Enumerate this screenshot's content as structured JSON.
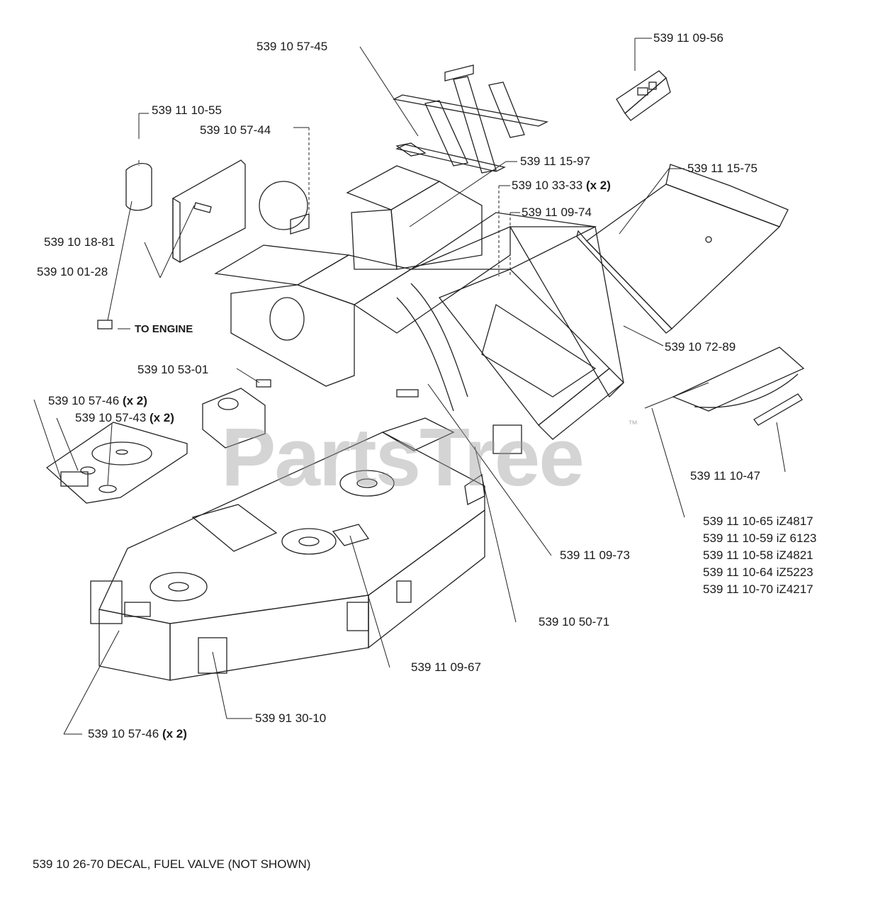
{
  "watermark": {
    "brand": "PartsTree",
    "trademark": "™"
  },
  "labels": {
    "p_57_45": "539 10 57-45",
    "p_09_56": "539 11 09-56",
    "p_10_55": "539 11 10-55",
    "p_57_44": "539 10 57-44",
    "p_15_97": "539 11 15-97",
    "p_15_75": "539 11 15-75",
    "p_33_33": "539 10 33-33",
    "p_33_33_qty": "(x 2)",
    "p_09_74": "539 11 09-74",
    "p_18_81": "539 10 18-81",
    "p_01_28": "539 10 01-28",
    "to_engine": "TO ENGINE",
    "p_72_89": "539 10 72-89",
    "p_53_01": "539 10 53-01",
    "p_57_46_top": "539 10 57-46",
    "p_57_46_top_qty": "(x 2)",
    "p_57_43": "539 10 57-43",
    "p_57_43_qty": "(x 2)",
    "p_10_47": "539 11 10-47",
    "p_10_65": "539 11 10-65 iZ4817",
    "p_10_59": "539 11 10-59 iZ 6123",
    "p_10_58": "539 11 10-58 iZ4821",
    "p_10_64": "539 11 10-64 iZ5223",
    "p_10_70": "539 11 10-70 iZ4217",
    "p_09_73": "539 11 09-73",
    "p_50_71": "539 10 50-71",
    "p_09_67": "539 11 09-67",
    "p_30_10": "539 91 30-10",
    "p_57_46_bot": "539 10 57-46",
    "p_57_46_bot_qty": "(x 2)"
  },
  "footer": "539 10 26-70 DECAL, FUEL VALVE (NOT SHOWN)"
}
